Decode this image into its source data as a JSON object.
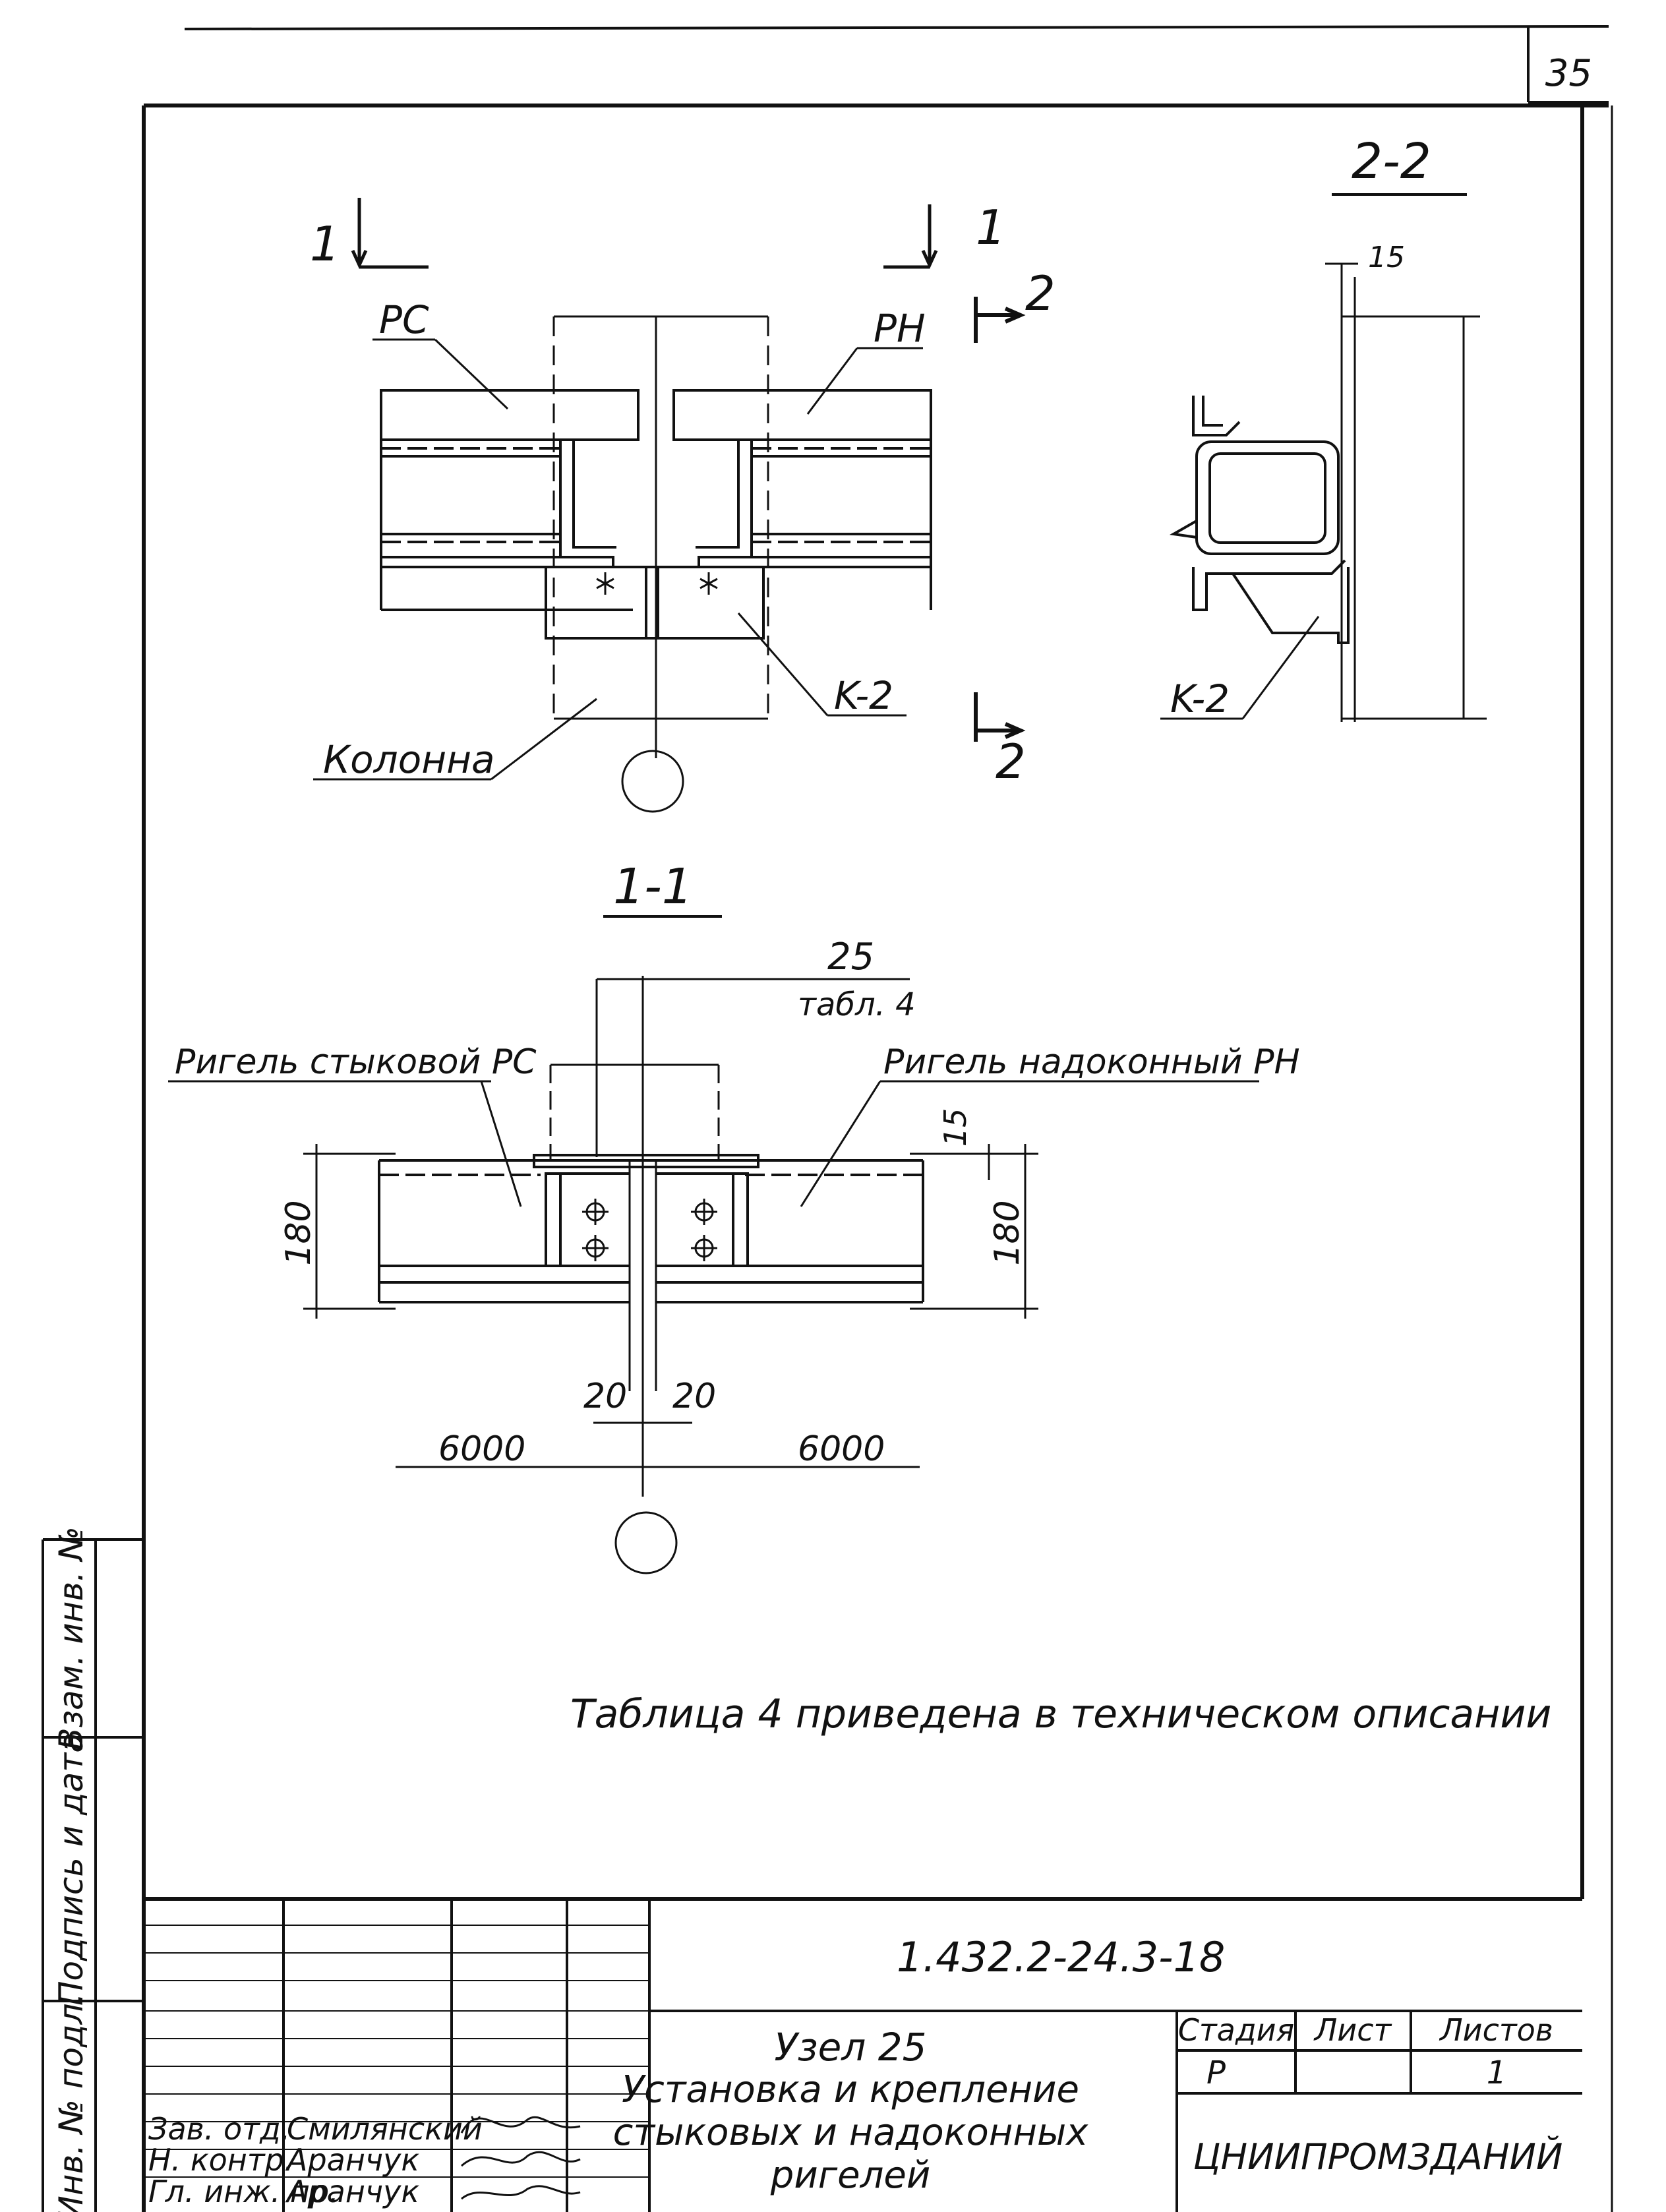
{
  "sheet_number": "35",
  "sections": {
    "s22_title": "2-2",
    "s11_title": "1-1",
    "mark1_left": "1",
    "mark1_right": "1",
    "mark2_top": "2",
    "mark2_bottom": "2"
  },
  "labels": {
    "rc": "PC",
    "rn": "PH",
    "k2_main": "K-2",
    "k2_side": "K-2",
    "column": "Колонна",
    "rigel_joint": "Ригель стыковой PC",
    "rigel_window": "Ригель надоконный PH",
    "dim_25": "25",
    "tabl4": "табл. 4",
    "dim_15_top": "15",
    "dim_15_mid": "15",
    "dim_180_left": "180",
    "dim_180_right": "180",
    "dim_20_left": "20",
    "dim_20_right": "20",
    "dim_6000_left": "6000",
    "dim_6000_right": "6000"
  },
  "note": "Таблица 4 приведена в техническом описании",
  "side_stamp": {
    "inv_no": "Инв. № подл.",
    "signature_date": "Подпись и дата",
    "replace_inv": "Взам. инв. №"
  },
  "title_block": {
    "designation": "1.432.2-24.3-18",
    "node": "Узел 25",
    "title_line1": "Установка и крепление",
    "title_line2": "стыковых и надоконных",
    "title_line3": "ригелей",
    "col_stage": "Стадия",
    "col_sheet": "Лист",
    "col_sheets": "Листов",
    "stage_value": "Р",
    "sheets_value": "1",
    "organization": "ЦНИИПРОМЗДАНИЙ",
    "rows": [
      {
        "role": "Зав. отд.",
        "name": "Смилянский"
      },
      {
        "role": "Н. контр.",
        "name": "Аранчук"
      },
      {
        "role": "Гл. инж. пр.",
        "name": "Аранчук"
      }
    ]
  }
}
